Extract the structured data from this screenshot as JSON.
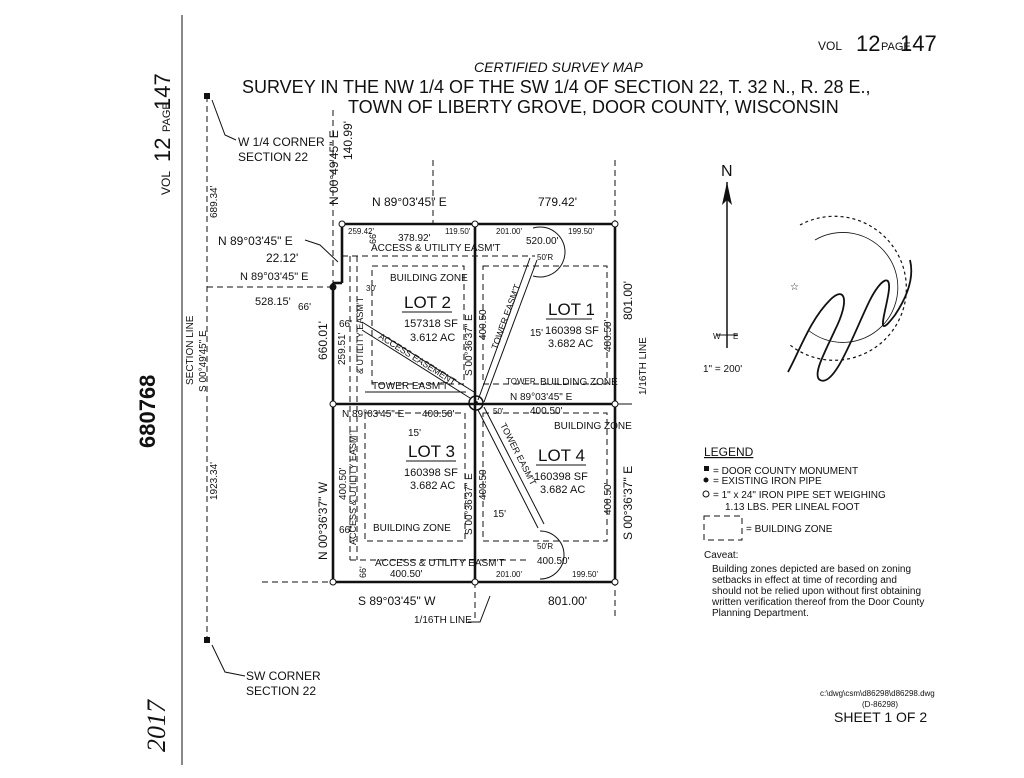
{
  "header": {
    "vol_label": "VOL",
    "vol_number": "12",
    "page_label": "PAGE",
    "page_number": "147",
    "title_small": "CERTIFIED SURVEY MAP",
    "title_line1": "SURVEY IN THE NW 1/4 OF THE SW 1/4 OF SECTION 22, T. 32 N., R. 28 E.,",
    "title_line2": "TOWN OF LIBERTY GROVE, DOOR COUNTY, WISCONSIN"
  },
  "margin": {
    "vol_label": "VOL",
    "vol_number": "12",
    "page_label": "PAGE",
    "page_number": "147",
    "doc_number": "680768",
    "handwritten": "2017"
  },
  "corners": {
    "w_quarter_line1": "W 1/4 CORNER",
    "w_quarter_line2": "SECTION 22",
    "sw_corner_line1": "SW CORNER",
    "sw_corner_line2": "SECTION 22"
  },
  "section_line": {
    "label": "SECTION LINE",
    "bearing": "S 00°49'45\" E",
    "dist_upper": "689.34'",
    "dist_lower": "1923.34'"
  },
  "bearings": {
    "north": "N 89°03'45\" E",
    "north_dist": "779.42'",
    "tie_bearing": "N 00°49'45\" E",
    "tie_dist": "140.99'",
    "offset_bearing": "N 89°03'45\" E",
    "offset_dist": "22.12'",
    "row_bearing": "N 89°03'45\" E",
    "row_dist": "528.15'",
    "west": "N 00°36'37\" W",
    "west_dist": "660.01'",
    "east": "S 00°36'37\" E",
    "east_dist": "801.00'",
    "south": "S 89°03'45\" W",
    "south_dist": "801.00'",
    "mid_ew": "N 89°03'45\" E",
    "mid_ew_dist": "400.50'",
    "mid_ns": "S 00°36'37\" E",
    "sixteenth_east": "1/16TH LINE",
    "sixteenth_south": "1/16TH LINE"
  },
  "lots": [
    {
      "name": "LOT 2",
      "area_sf": "157318 SF",
      "area_ac": "3.612 AC"
    },
    {
      "name": "LOT 1",
      "area_sf": "160398 SF",
      "area_ac": "3.682 AC"
    },
    {
      "name": "LOT 3",
      "area_sf": "160398 SF",
      "area_ac": "3.682 AC"
    },
    {
      "name": "LOT 4",
      "area_sf": "160398 SF",
      "area_ac": "3.682 AC"
    }
  ],
  "plat_labels": {
    "access_utility_top": "ACCESS & UTILITY EASM'T",
    "access_utility_bottom": "ACCESS & UTILITY EASM'T",
    "utility_west": "& UTILITY EASM'T",
    "access_west": "ACCESS & UTILITY EASM'T",
    "access_easement": "ACCESS EASEMENT",
    "tower_easmt_a": "TOWER EASM'T",
    "tower_easmt_b": "TOWER EASM'T",
    "tower_easmt_c": "TOWER EASM'T",
    "tower": "TOWER",
    "building_zone": "BUILDING ZONE",
    "dim_259_42": "259.42'",
    "dim_378_92": "378.92'",
    "dim_119_50": "119.50'",
    "dim_201_00": "201.00'",
    "dim_520_00": "520.00'",
    "dim_199_50": "199.50'",
    "dim_50r": "50'R",
    "dim_400_50": "400.50'",
    "dim_400_50b": "400.50",
    "dim_801": "801.00'",
    "dim_660": "660.01'",
    "dim_259_51": "259.51'",
    "dim_66": "66'",
    "dim_30": "30'",
    "dim_15": "15'",
    "dim_50": "50'"
  },
  "north_arrow": {
    "n": "N",
    "w": "W",
    "e": "E",
    "scale": "1\" = 200'"
  },
  "legend": {
    "title": "LEGEND",
    "items": [
      "= DOOR COUNTY MONUMENT",
      "= EXISTING IRON PIPE",
      "= 1\" x 24\" IRON PIPE SET WEIGHING",
      "1.13 LBS. PER LINEAL FOOT",
      "= BUILDING ZONE"
    ]
  },
  "caveat": {
    "title": "Caveat:",
    "lines": [
      "Building zones depicted are based on zoning",
      "setbacks in effect at time of recording and",
      "should not be relied upon without first obtaining",
      "written verification thereof from the Door County",
      "Planning Department."
    ]
  },
  "footer": {
    "file_path": "c:\\dwg\\csm\\d86298\\d86298.dwg",
    "file_code": "(D-86298)",
    "sheet": "SHEET 1 OF 2"
  }
}
